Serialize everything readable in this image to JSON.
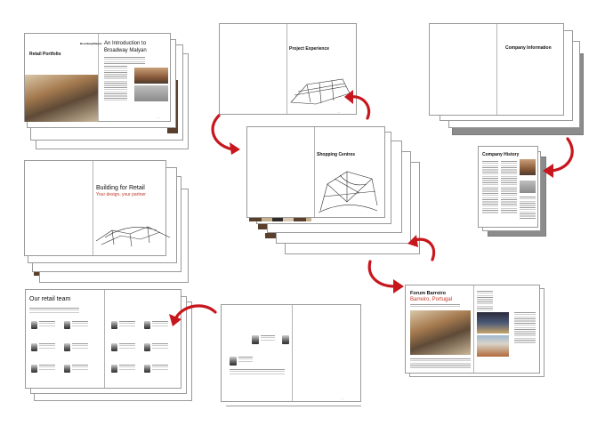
{
  "spreads": {
    "retail_portfolio": {
      "cover_title": "Retail Portfolio",
      "logo": "BroadwayMalyan",
      "intro_title": "An Introduction to Broadway Malyan"
    },
    "building_for_retail": {
      "title": "Building for Retail",
      "subtitle": "Your design, your partner"
    },
    "our_retail_team": {
      "title": "Our retail team"
    },
    "project_experience": {
      "title": "Project Experience"
    },
    "shopping_centres": {
      "title": "Shopping Centres"
    },
    "company_information": {
      "title": "Company Information"
    },
    "company_history": {
      "title": "Company History"
    },
    "forum_barreiro": {
      "title": "Forum Barreiro",
      "subtitle": "Barreiro, Portugal"
    }
  },
  "colors": {
    "arrow": "#c8161d",
    "accent_text": "#c0392b",
    "page_border": "#9a9a9a",
    "grey_page": "#8c8c8c"
  }
}
